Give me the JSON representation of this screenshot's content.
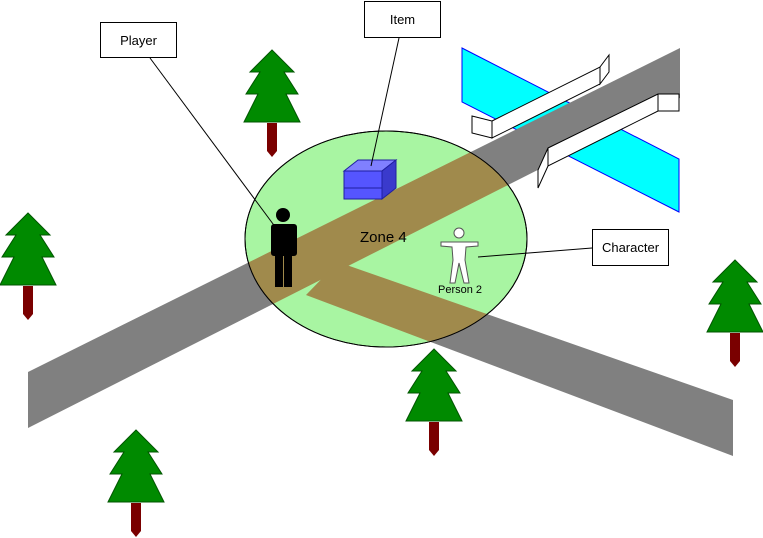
{
  "callouts": {
    "player": "Player",
    "item": "Item",
    "character": "Character"
  },
  "zone": {
    "label": "Zone 4"
  },
  "person": {
    "label": "Person 2"
  },
  "icons": {
    "tree": "tree-icon",
    "player": "player-silhouette-icon",
    "character": "character-figure-icon",
    "item": "item-box-icon",
    "bridge": "bridge-icon"
  },
  "colors": {
    "road": "#808080",
    "zone_fill": "#a8f5a2",
    "zone_road_overlap": "#a08a4c",
    "river": "#00ffff",
    "tree_green": "#008a00",
    "tree_trunk": "#7a0000",
    "item_box": "#5555ff",
    "player": "#000000"
  }
}
